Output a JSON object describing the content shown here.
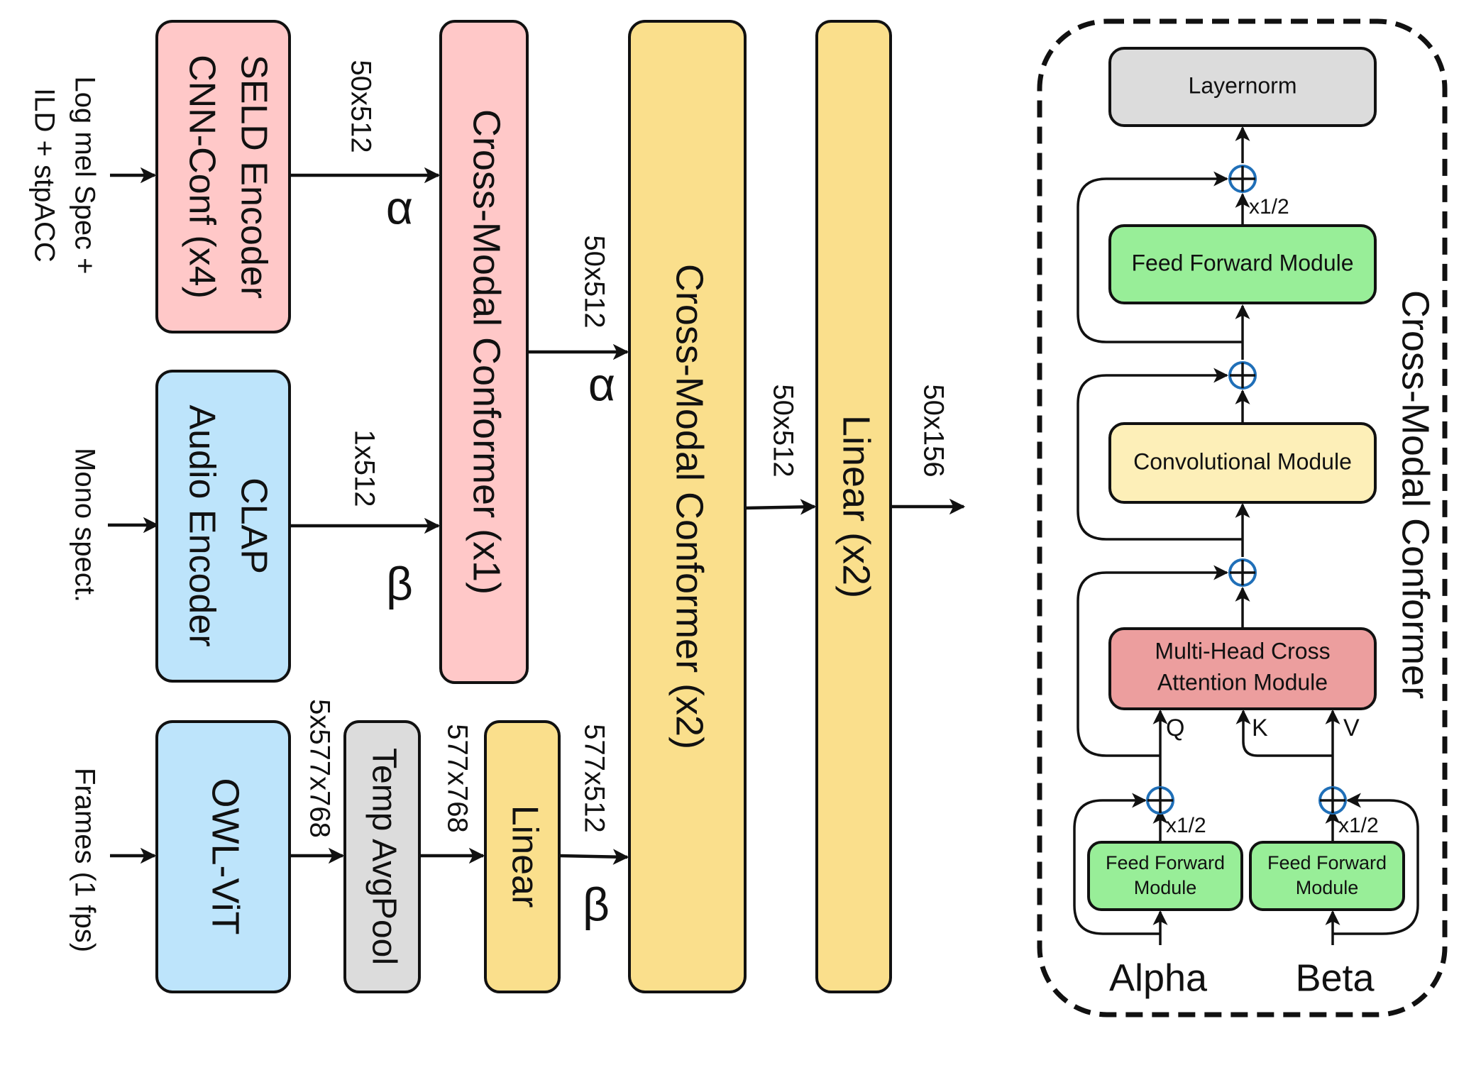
{
  "colors": {
    "pink": "#ffc8c8",
    "blue": "#bde4fb",
    "yellow": "#fadf8c",
    "gray": "#dcdcdc",
    "green": "#98ee98",
    "light_yellow": "#fdefb8",
    "red": "#ec9e9e",
    "plus": "#1f6fb8"
  },
  "inputs": {
    "seld_line1": "Log mel Spec +",
    "seld_line2": "ILD + stpACC",
    "clap": "Mono spect.",
    "frames": "Frames (1 fps)"
  },
  "blocks": {
    "seld_line1": "SELD Encoder",
    "seld_line2": "CNN-Conf (x4)",
    "clap_line1": "CLAP",
    "clap_line2": "Audio Encoder",
    "owl": "OWL-ViT",
    "avgpool": "Temp AvgPool",
    "linear_small": "Linear",
    "cmc1": "Cross-Modal Conformer (x1)",
    "cmc2": "Cross-Modal Conformer (x2)",
    "linear2": "Linear (x2)"
  },
  "dims": {
    "seld_out": "50x512",
    "clap_out": "1x512",
    "owl_out": "5x577x768",
    "pool_out": "577x768",
    "linear_out": "577x512",
    "cmc1_out": "50x512",
    "cmc2_out": "50x512",
    "final_out": "50x156"
  },
  "greek": {
    "alpha": "α",
    "beta": "β"
  },
  "detail": {
    "title": "Cross-Modal Conformer",
    "layernorm": "Layernorm",
    "ffm_top": "Feed Forward Module",
    "conv": "Convolutional Module",
    "mhca_line1": "Multi-Head Cross",
    "mhca_line2": "Attention Module",
    "ffm_left_line1": "Feed Forward",
    "ffm_left_line2": "Module",
    "ffm_right_line1": "Feed Forward",
    "ffm_right_line2": "Module",
    "half": "x1/2",
    "q": "Q",
    "k": "K",
    "v": "V",
    "alpha": "Alpha",
    "beta": "Beta"
  }
}
